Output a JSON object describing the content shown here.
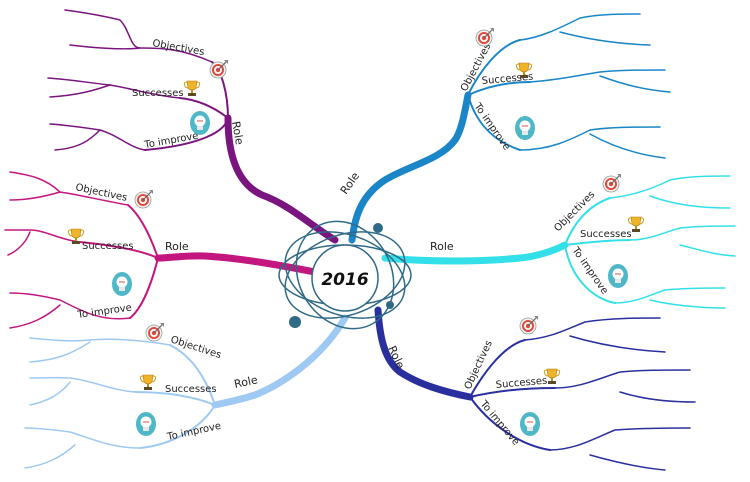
{
  "center": {
    "label": "2016"
  },
  "colors": {
    "purple": "#7a157f",
    "magenta": "#c3167f",
    "lightblue": "#9ec9f2",
    "teal": "#1a86c8",
    "cyan": "#33e0ea",
    "navy": "#2a2f9e",
    "atom": "#2f6a86"
  },
  "branches": [
    {
      "id": "purple",
      "role": "Role",
      "objectives": "Objectives",
      "successes": "Successes",
      "to_improve": "To improve"
    },
    {
      "id": "magenta",
      "role": "Role",
      "objectives": "Objectives",
      "successes": "Successes",
      "to_improve": "To improve"
    },
    {
      "id": "lightblue",
      "role": "Role",
      "objectives": "Objectives",
      "successes": "Successes",
      "to_improve": "To improve"
    },
    {
      "id": "teal",
      "role": "Role",
      "objectives": "Objectives",
      "successes": "Successes",
      "to_improve": "To improve"
    },
    {
      "id": "cyan",
      "role": "Role",
      "objectives": "Objectives",
      "successes": "Successes",
      "to_improve": "To improve"
    },
    {
      "id": "navy",
      "role": "Role",
      "objectives": "Objectives",
      "successes": "Successes",
      "to_improve": "To improve"
    }
  ],
  "icons": [
    "target-icon",
    "trophy-icon",
    "lightbulb-head-icon"
  ]
}
